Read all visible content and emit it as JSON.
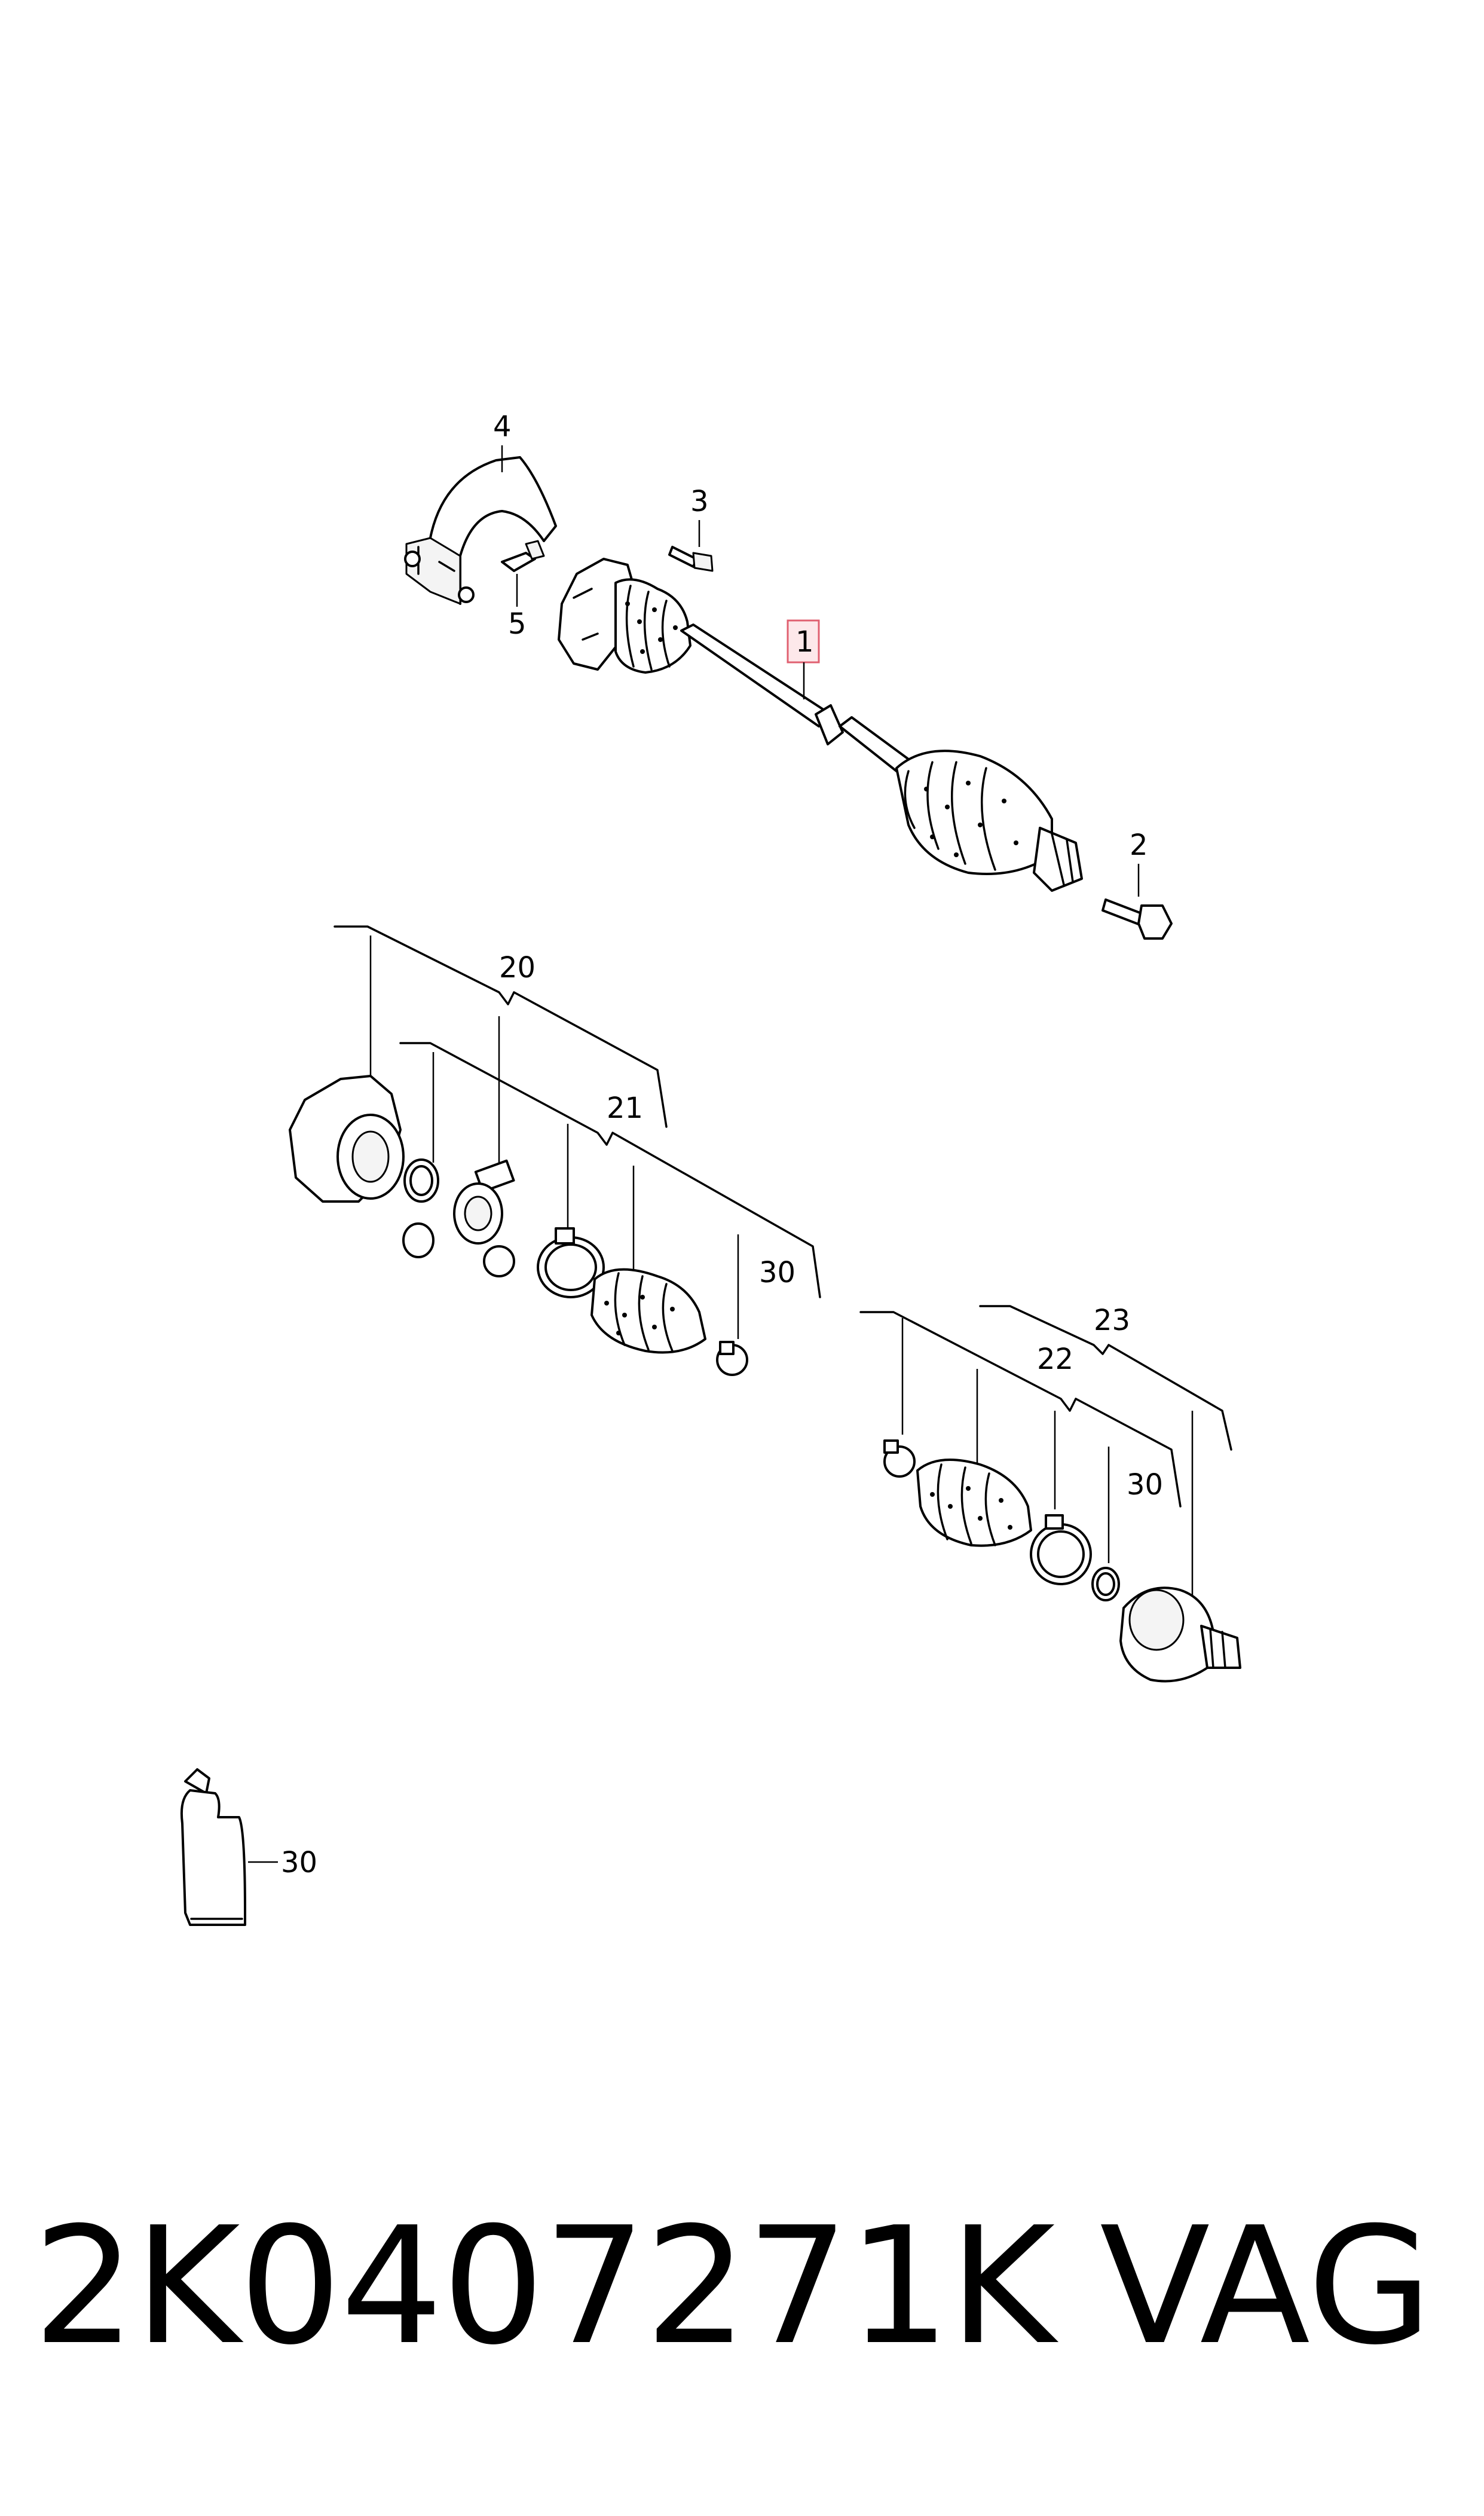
{
  "diagram": {
    "callouts": {
      "c1": "1",
      "c2": "2",
      "c3": "3",
      "c4": "4",
      "c5": "5",
      "c20": "20",
      "c21": "21",
      "c22": "22",
      "c23": "23",
      "c30a": "30",
      "c30b": "30",
      "c30c": "30"
    },
    "highlighted_callout": "1",
    "highlight_color": "#e06070"
  },
  "footer": {
    "part_number": "2K0407271K",
    "brand": "VAG"
  }
}
